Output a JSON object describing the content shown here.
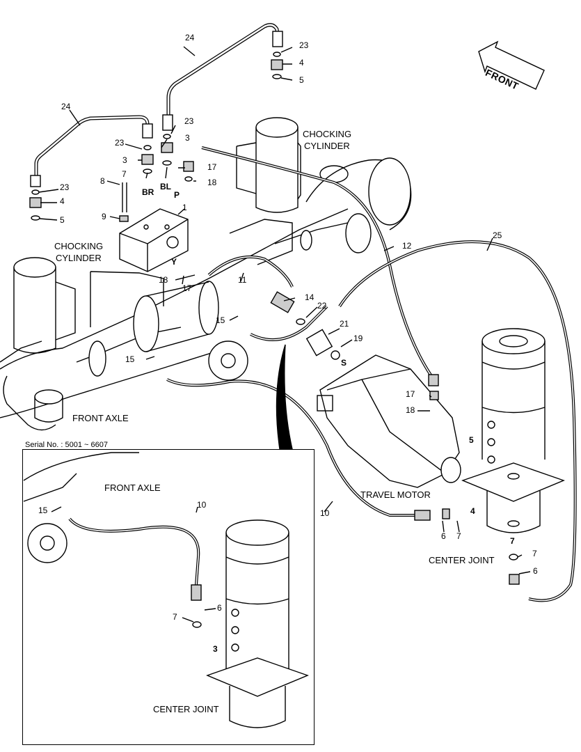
{
  "direction": {
    "front": "FRONT"
  },
  "labels": {
    "chocking_cylinder_right_line1": "CHOCKING",
    "chocking_cylinder_right_line2": "CYLINDER",
    "chocking_cylinder_left_line1": "CHOCKING",
    "chocking_cylinder_left_line2": "CYLINDER",
    "front_axle_main": "FRONT AXLE",
    "travel_motor": "TRAVEL MOTOR",
    "center_joint_main": "CENTER JOINT",
    "serial_no": "Serial No. : 5001 ~ 6607",
    "front_axle_inset": "FRONT AXLE",
    "center_joint_inset": "CENTER JOINT"
  },
  "ports": {
    "br": "BR",
    "bl": "BL",
    "p": "P",
    "y": "Y",
    "s": "S",
    "main_5": "5",
    "main_4": "4",
    "main_7": "7",
    "inset_3": "3"
  },
  "callouts": {
    "c24_top": "24",
    "c23_top": "23",
    "c4_top": "4",
    "c5_top": "5",
    "c24_left": "24",
    "c23_mid": "23",
    "c3_mid": "3",
    "c23_left": "23",
    "c3_left": "3",
    "c7_left": "7",
    "c17_top": "17",
    "c18_top": "18",
    "c8": "8",
    "c23_far": "23",
    "c4_far": "4",
    "c5_far": "5",
    "c9": "9",
    "c1": "1",
    "c25": "25",
    "c12": "12",
    "c18_mid": "18",
    "c17_mid": "17",
    "c11": "11",
    "c14": "14",
    "c22": "22",
    "c15_mid": "15",
    "c21": "21",
    "c19": "19",
    "c15_low": "15",
    "c17_right": "17",
    "c18_right": "18",
    "c10_main": "10",
    "c6_main": "6",
    "c7_main": "7",
    "c7_cj": "7",
    "c6_cj": "6",
    "c15_inset": "15",
    "c10_inset": "10",
    "c6_inset": "6",
    "c7_inset": "7"
  },
  "colors": {
    "line": "#000000",
    "background": "#ffffff",
    "shade": "#9a9a9a"
  }
}
